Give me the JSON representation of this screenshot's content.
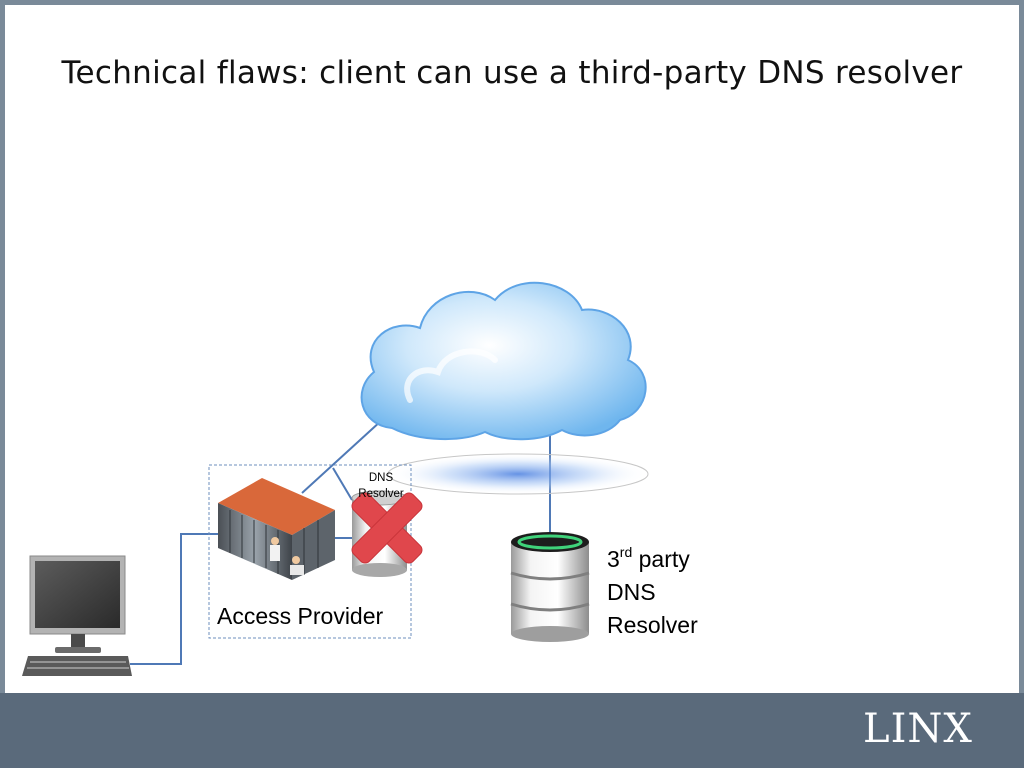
{
  "title": "Technical flaws: client can use a third-party DNS resolver",
  "nodes": {
    "access_provider": "Access Provider",
    "isp_dns_resolver": "DNS Resolver",
    "third_party_resolver": {
      "sup": "rd",
      "line1_rest": " party",
      "line2": "DNS",
      "line3": "Resolver"
    }
  },
  "logo": "LINX",
  "icons": [
    "computer-icon",
    "server-building-icon",
    "cloud-icon",
    "database-icon",
    "blocked-x-icon"
  ],
  "colors": {
    "frame": "#7a8a99",
    "footer": "#5a6a7b",
    "link": "#4f79b6",
    "blocked": "#e0474c"
  }
}
